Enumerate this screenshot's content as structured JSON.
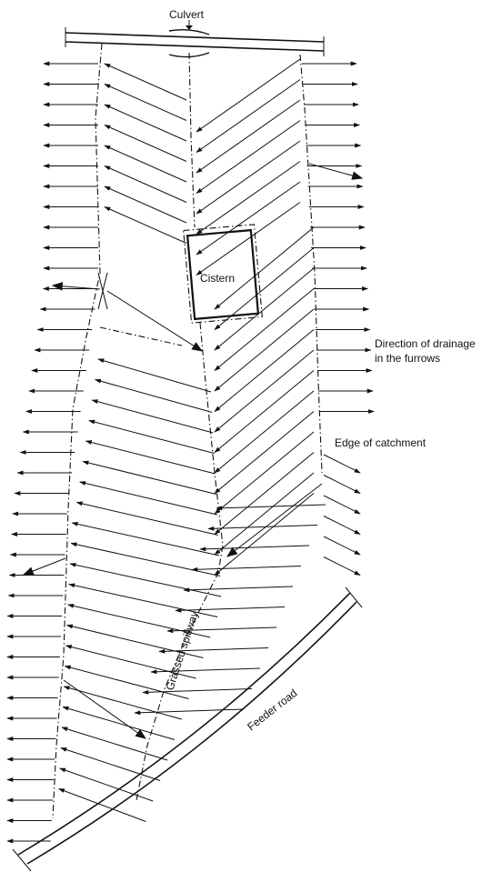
{
  "labels": {
    "culvert": "Culvert",
    "cistern": "Cistern",
    "drainage_line1": "Direction of drainage",
    "drainage_line2": "in the furrows",
    "edge_of_catchment": "Edge of catchment",
    "grassed_spillway": "Grassed spillway",
    "feeder_road": "Feeder road"
  },
  "colors": {
    "ink": "#111111",
    "paper": "#ffffff"
  }
}
